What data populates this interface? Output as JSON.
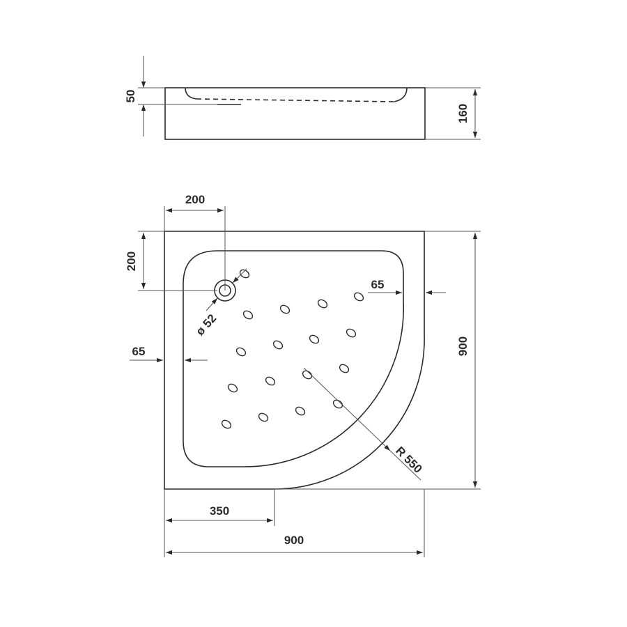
{
  "side_view": {
    "depth_label": "50",
    "height_label": "160"
  },
  "top_view": {
    "drain_offset_x_label": "200",
    "drain_offset_y_label": "200",
    "drain_diameter_label": "ø 52",
    "rim_right_label": "65",
    "rim_left_label": "65",
    "radius_label": "R 550",
    "straight_edge_label": "350",
    "width_label": "900",
    "depth_label": "900"
  }
}
